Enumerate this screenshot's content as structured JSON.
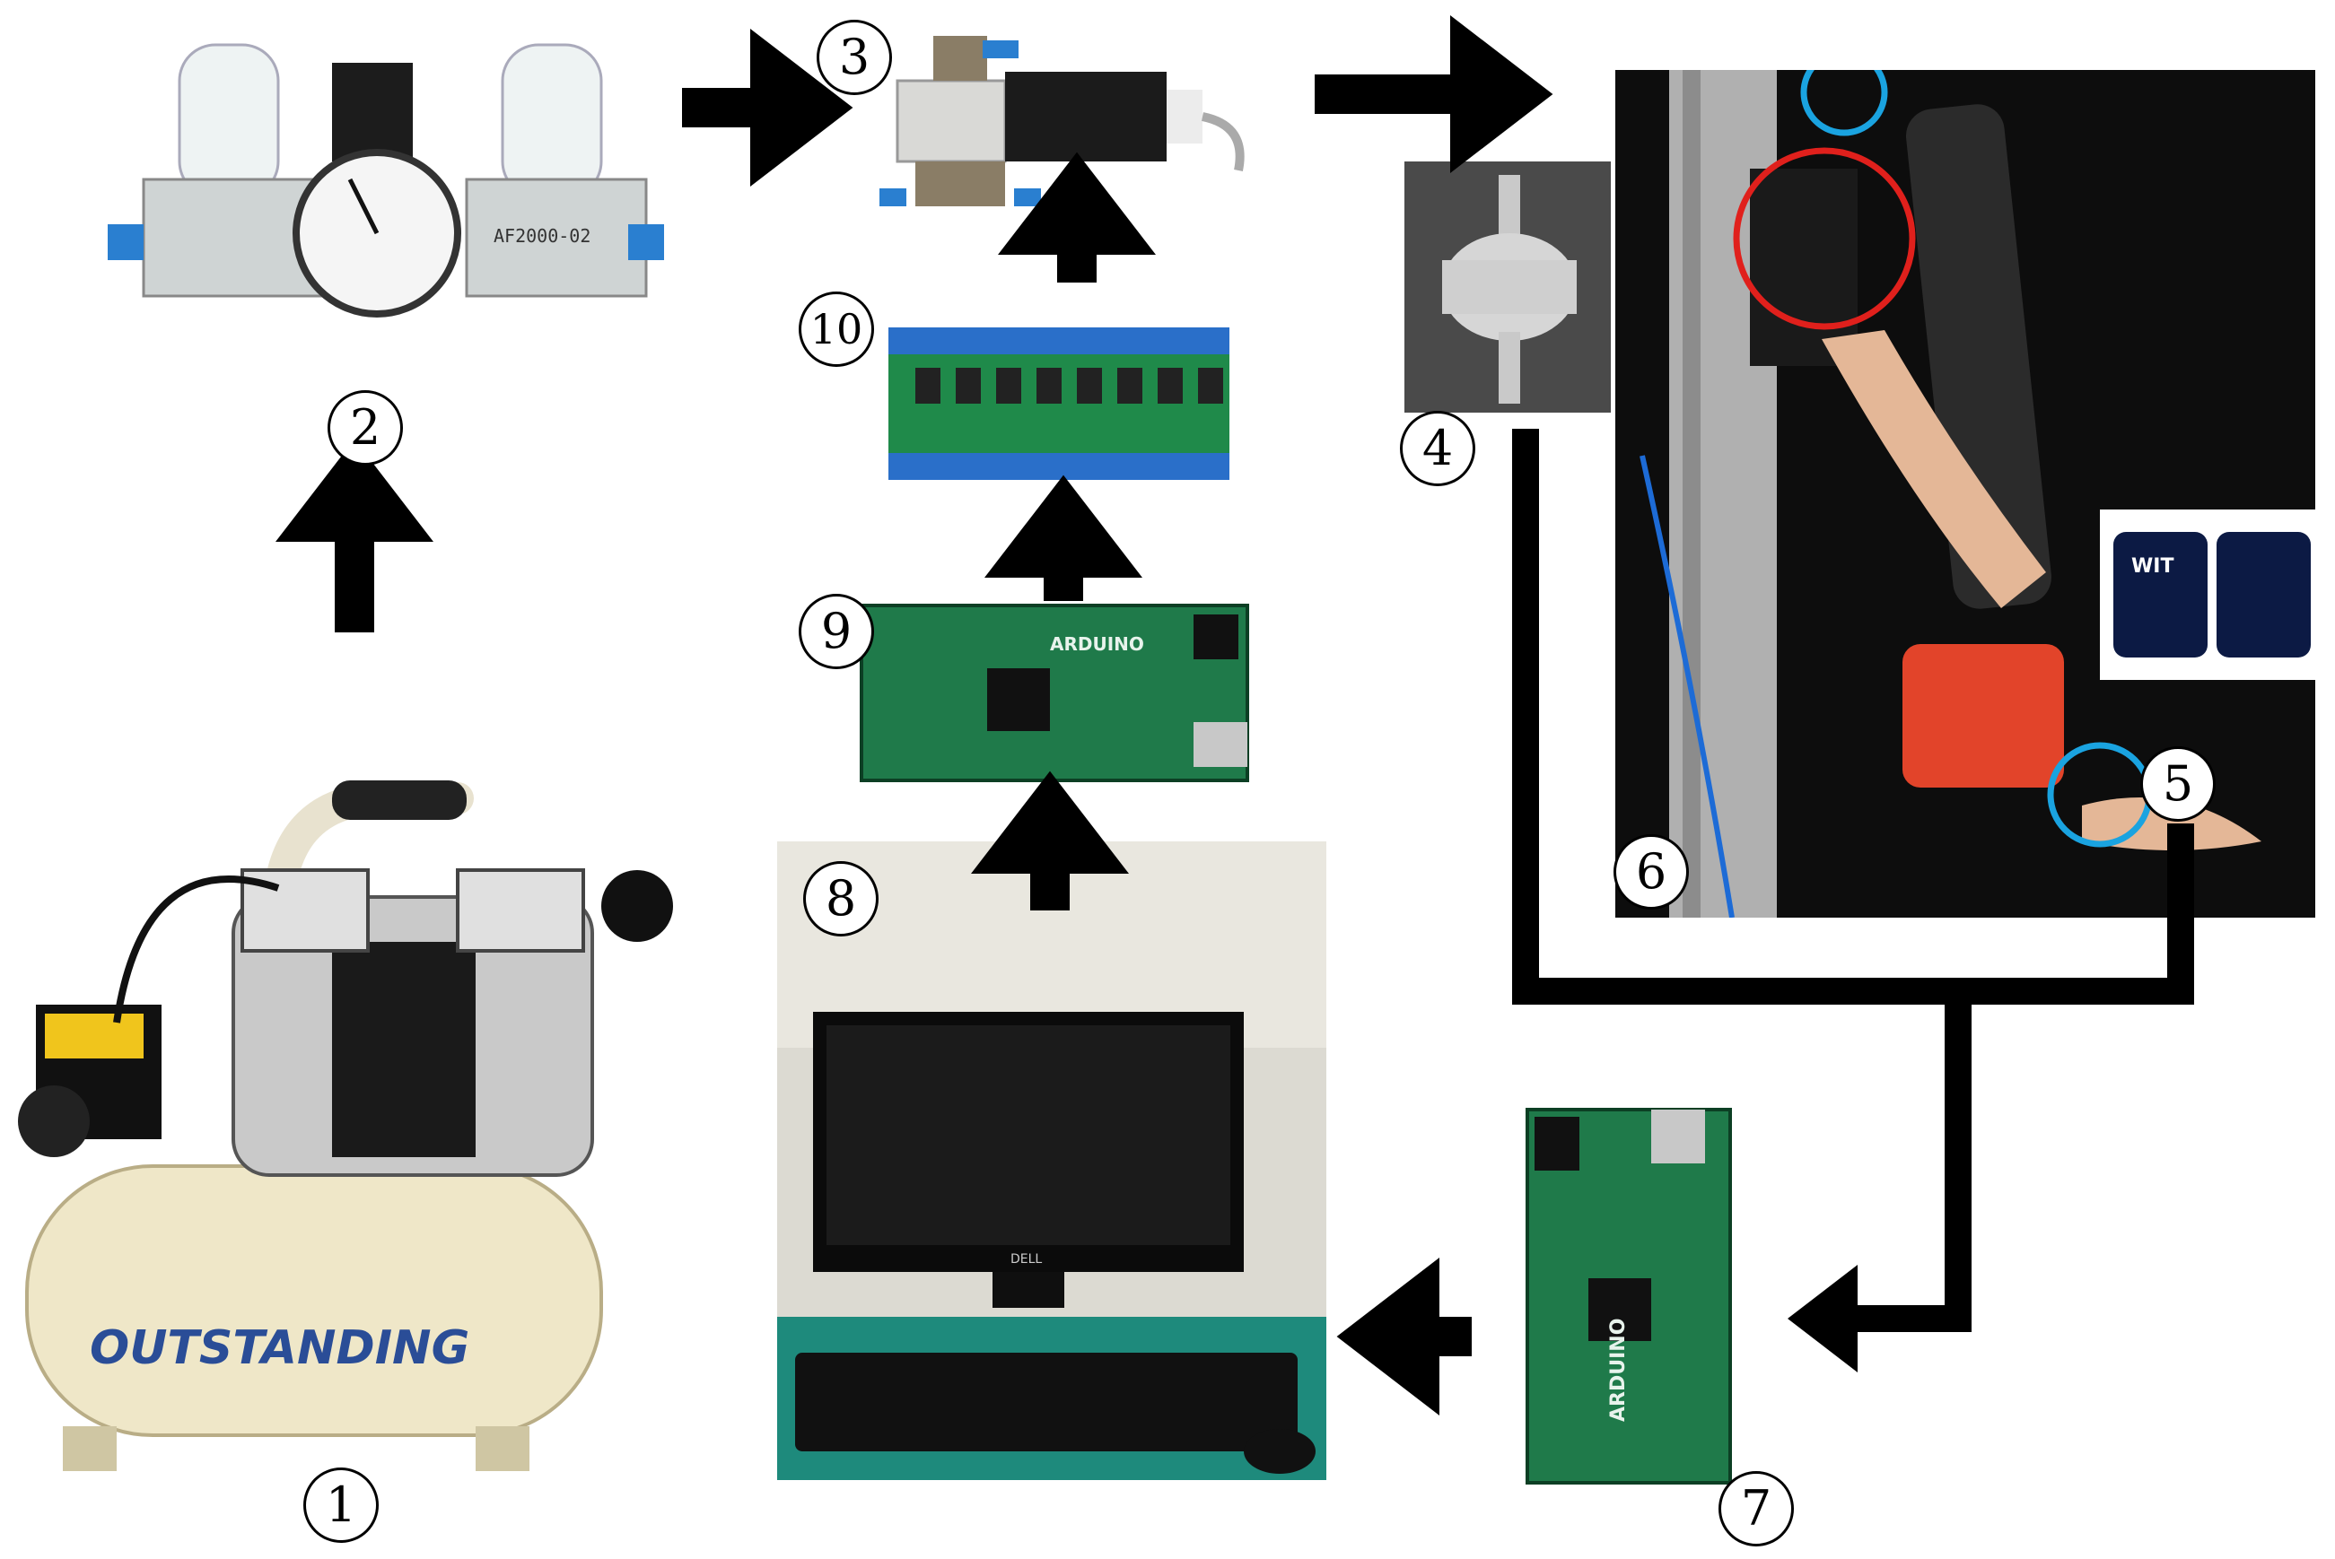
{
  "labels": [
    {
      "id": "1",
      "text": "1"
    },
    {
      "id": "2",
      "text": "2"
    },
    {
      "id": "3",
      "text": "3"
    },
    {
      "id": "4",
      "text": "4"
    },
    {
      "id": "5",
      "text": "5"
    },
    {
      "id": "6",
      "text": "6"
    },
    {
      "id": "7",
      "text": "7"
    },
    {
      "id": "8",
      "text": "8"
    },
    {
      "id": "9",
      "text": "9"
    },
    {
      "id": "10",
      "text": "10"
    }
  ],
  "photo_text": {
    "compressor_brand": "OUTSTANDING",
    "frl_code": "AF2000-02",
    "arduino_brand": "ARDUINO",
    "imu_brand": "WIT",
    "monitor_brand": "DELL"
  },
  "colors": {
    "arrow": "#000000",
    "red_circle": "#e0201c",
    "blue_circle": "#1aa3e0",
    "pcb_green": "#1f7a4a",
    "terminal_blue": "#2a6fc9",
    "sleeve_red": "#e2442a"
  },
  "icons": [
    "arrow-right-icon",
    "arrow-up-icon",
    "arrow-left-icon",
    "highlight-circle-red",
    "highlight-circle-blue"
  ]
}
